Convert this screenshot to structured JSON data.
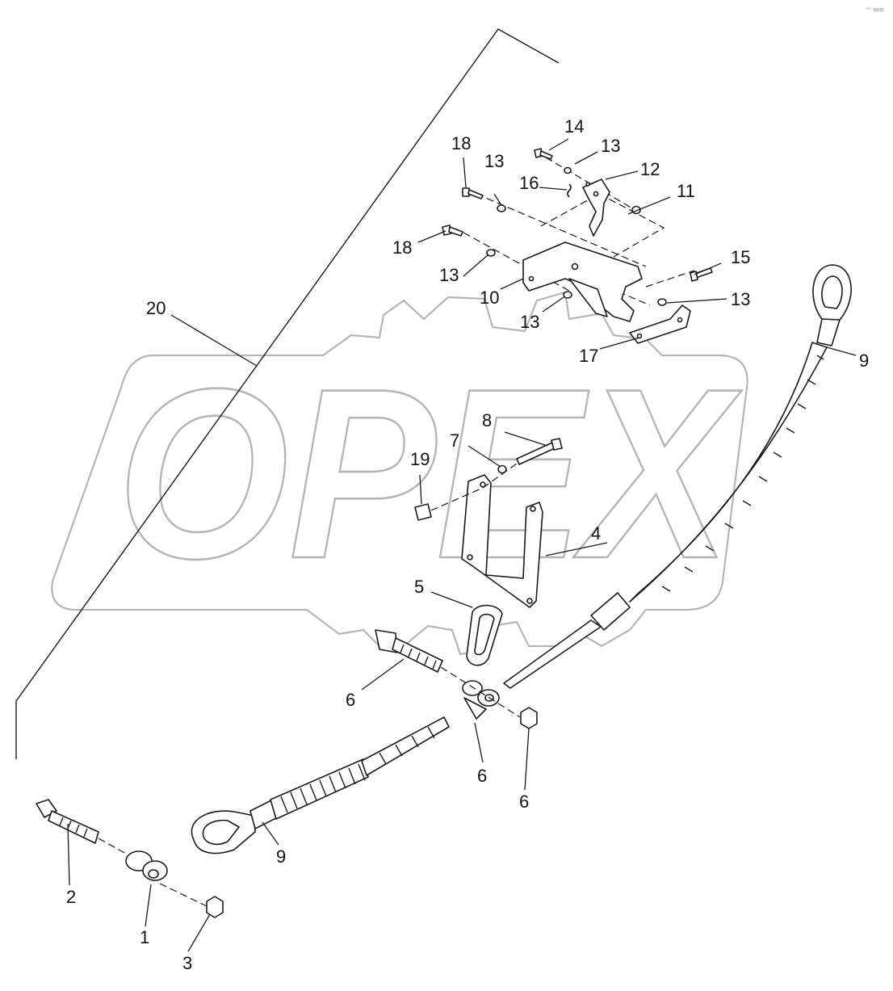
{
  "watermark": {
    "text": "OPEX"
  },
  "corner_mark": "ᵃᵐ ooo",
  "callouts": {
    "c1": "1",
    "c2": "2",
    "c3": "3",
    "c4": "4",
    "c5": "5",
    "c6a": "6",
    "c6b": "6",
    "c6c": "6",
    "c7": "7",
    "c8": "8",
    "c9a": "9",
    "c9b": "9",
    "c10": "10",
    "c11": "11",
    "c12": "12",
    "c13a": "13",
    "c13b": "13",
    "c13c": "13",
    "c13d": "13",
    "c13e": "13",
    "c14": "14",
    "c15": "15",
    "c16": "16",
    "c17": "17",
    "c18a": "18",
    "c18b": "18",
    "c19": "19",
    "c20": "20"
  }
}
